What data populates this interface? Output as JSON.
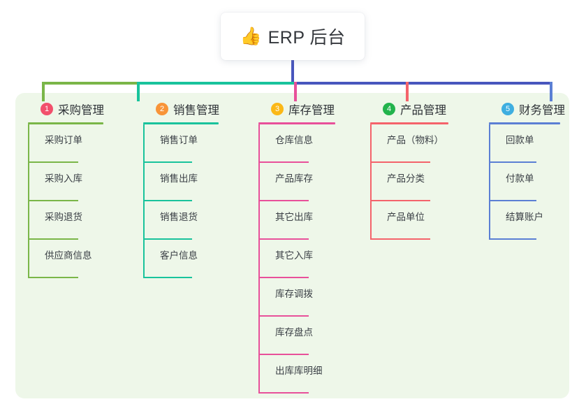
{
  "root": {
    "icon": "thumbs-up-icon",
    "icon_glyph": "👍",
    "title": "ERP 后台"
  },
  "palette": {
    "panel_bg": "#eef7e9",
    "page_bg": "#ffffff",
    "stem": "#4856bd",
    "green": "#7ab648",
    "teal": "#19c39c",
    "pink": "#e8509a",
    "red": "#f4636b",
    "blue": "#5b7fd4",
    "badge_1": "#f2506c",
    "badge_2": "#f89438",
    "badge_3": "#fbb817",
    "badge_4": "#22b34c",
    "badge_5": "#3eaee0"
  },
  "columns": [
    {
      "number": "1",
      "title": "采购管理",
      "badge_color": "#f2506c",
      "line_color": "#7ab648",
      "items": [
        {
          "label": "采购订单"
        },
        {
          "label": "采购入库"
        },
        {
          "label": "采购退货"
        },
        {
          "label": "供应商信息"
        }
      ]
    },
    {
      "number": "2",
      "title": "销售管理",
      "badge_color": "#f89438",
      "line_color": "#19c39c",
      "items": [
        {
          "label": "销售订单"
        },
        {
          "label": "销售出库"
        },
        {
          "label": "销售退货"
        },
        {
          "label": "客户信息"
        }
      ]
    },
    {
      "number": "3",
      "title": "库存管理",
      "badge_color": "#fbb817",
      "line_color": "#e8509a",
      "items": [
        {
          "label": "仓库信息"
        },
        {
          "label": "产品库存"
        },
        {
          "label": "其它出库"
        },
        {
          "label": "其它入库"
        },
        {
          "label": "库存调拨"
        },
        {
          "label": "库存盘点"
        },
        {
          "label": "出库库明细"
        }
      ]
    },
    {
      "number": "4",
      "title": "产品管理",
      "badge_color": "#22b34c",
      "line_color": "#f4636b",
      "items": [
        {
          "label": "产品（物料）"
        },
        {
          "label": "产品分类"
        },
        {
          "label": "产品单位"
        }
      ]
    },
    {
      "number": "5",
      "title": "财务管理",
      "badge_color": "#3eaee0",
      "line_color": "#5b7fd4",
      "items": [
        {
          "label": "回款单"
        },
        {
          "label": "付款单"
        },
        {
          "label": "结算账户"
        }
      ]
    }
  ]
}
